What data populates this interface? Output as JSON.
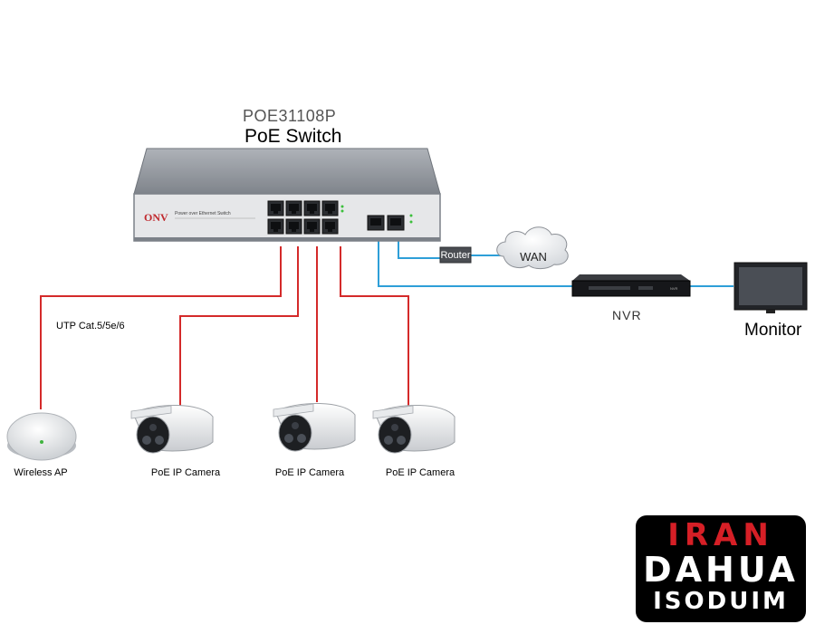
{
  "switch": {
    "model": "POE31108P",
    "type": "PoE Switch",
    "brand": "ONV",
    "panel_text": "Power over Ethernet Switch",
    "port_count": 8,
    "uplink_count": 2
  },
  "cable_label": "UTP Cat.5/5e/6",
  "devices": {
    "wireless_ap": "Wireless AP",
    "cameras": [
      "PoE IP Camera",
      "PoE IP Camera",
      "PoE IP Camera"
    ]
  },
  "network": {
    "router": "Router",
    "wan": "WAN",
    "nvr": "NVR",
    "monitor": "Monitor"
  },
  "logo": {
    "line1": "IRAN",
    "line2": "DAHUA",
    "line3": "ISODUIM"
  },
  "colors": {
    "poe_cable": "#d42a2a",
    "network_cable": "#2e9fd8",
    "switch_body": "#8f949b"
  }
}
